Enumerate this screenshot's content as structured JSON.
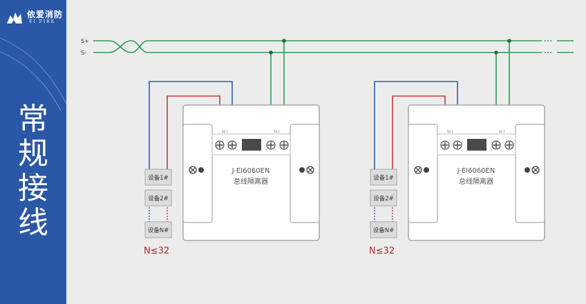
{
  "brand": {
    "name_cn": "依爱消防",
    "name_en": "EI FIRE",
    "logo_icon": "fire-logo-icon"
  },
  "sidebar": {
    "title_chars": [
      "常",
      "规",
      "接",
      "线"
    ]
  },
  "bus": {
    "positive_label": "S+",
    "negative_label": "S-"
  },
  "isolators": [
    {
      "model": "J-EI6060EN",
      "name": "总线隔离器",
      "devices": [
        "设备1#",
        "设备2#",
        "设备N#"
      ],
      "count_label": "N≤32",
      "terminal_left_label": "S0.1",
      "terminal_right_label": "S0.1"
    },
    {
      "model": "J-EI6060EN",
      "name": "总线隔离器",
      "devices": [
        "设备1#",
        "设备2#",
        "设备N#"
      ],
      "count_label": "N≤32",
      "terminal_left_label": "S0.1",
      "terminal_right_label": "S0.1"
    }
  ],
  "colors": {
    "sidebar": "#2a57a6",
    "bus_green": "#2f9a52",
    "wire_blue": "#2f5fa8",
    "wire_red": "#c43a3a",
    "count_label": "#b0282e"
  }
}
